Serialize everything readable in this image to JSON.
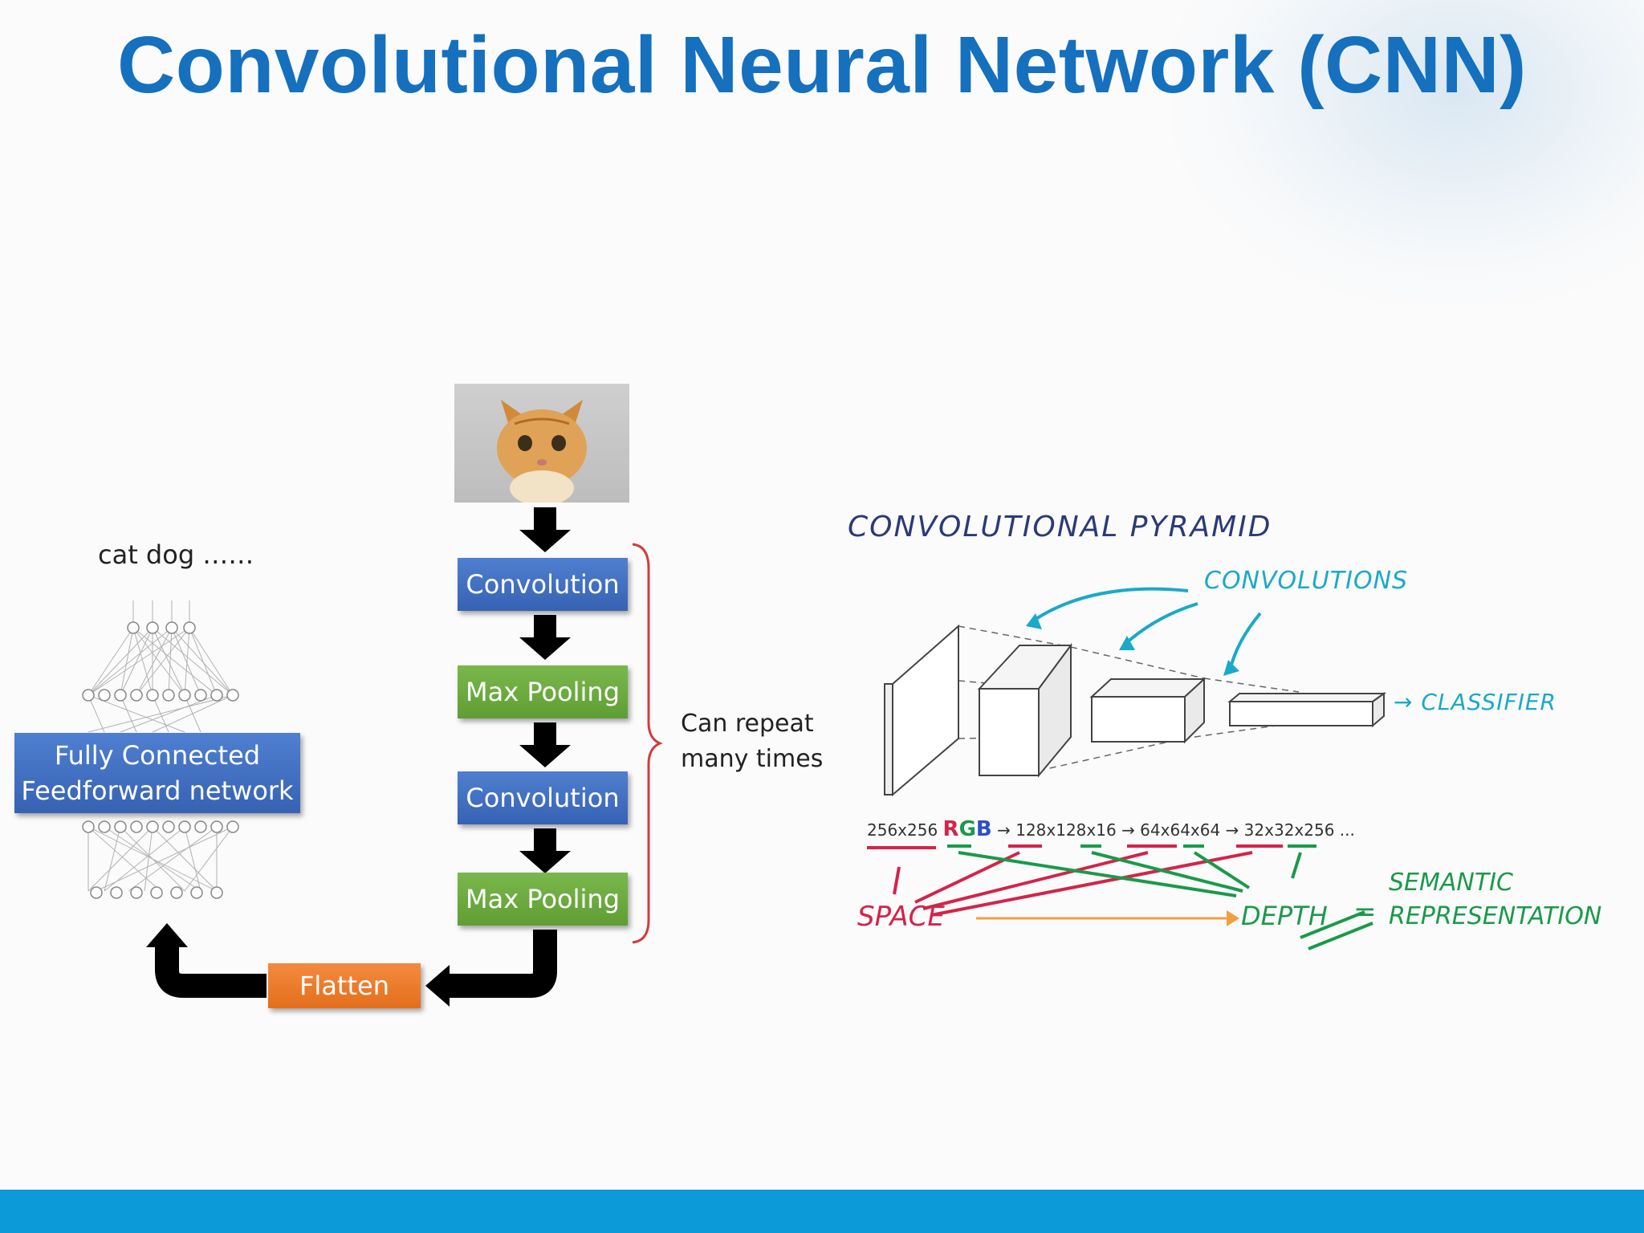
{
  "title": "Convolutional Neural Network (CNN)",
  "colors": {
    "title": "#1570be",
    "footer_bar": "#0d9ad9",
    "conv_box": "#3f6fc4",
    "pool_box": "#6aaa3c",
    "flatten_box": "#ea7a2a",
    "bracket": "#d33b3b",
    "handwriting_navy": "#2b3a78",
    "handwriting_cyan": "#1aa9c9",
    "handwriting_red": "#d3244a",
    "handwriting_green": "#1a9a4a"
  },
  "left_diagram": {
    "outputs_label": "cat dog ……",
    "fc_label_line1": "Fully Connected",
    "fc_label_line2": "Feedforward network",
    "steps": [
      "Convolution",
      "Max Pooling",
      "Convolution",
      "Max Pooling"
    ],
    "flatten": "Flatten",
    "repeat_line1": "Can repeat",
    "repeat_line2": "many times"
  },
  "right_diagram": {
    "heading": "CONVOLUTIONAL PYRAMID",
    "convolutions_label": "CONVOLUTIONS",
    "classifier_label": "→ CLASSIFIER",
    "dims": {
      "d0": "256x256",
      "rgb_r": "R",
      "rgb_g": "G",
      "rgb_b": "B",
      "d1": "→ 128x128x16",
      "d2": "→ 64x64x64",
      "d3": "→ 32x32x256",
      "ellipsis": "..."
    },
    "space_label": "SPACE",
    "depth_label": "DEPTH",
    "equals": "=",
    "semantic_line1": "SEMANTIC",
    "semantic_line2": "REPRESENTATION"
  }
}
